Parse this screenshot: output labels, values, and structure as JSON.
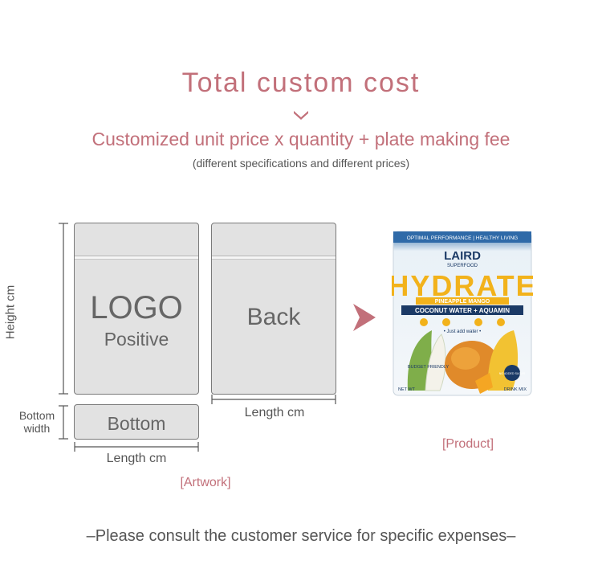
{
  "header": {
    "title": "Total custom cost",
    "formula": "Customized unit price x quantity + plate making fee",
    "note": "(different specifications and different prices)"
  },
  "artwork": {
    "front_logo": "LOGO",
    "front_sub": "Positive",
    "back_label": "Back",
    "bottom_label": "Bottom",
    "height_label": "Height cm",
    "bottom_width_label": "Bottom\nwidth",
    "length_label_bottom": "Length cm",
    "length_label_back": "Length cm",
    "caption": "[Artwork]"
  },
  "product": {
    "caption": "[Product]",
    "package": {
      "tagline": "OPTIMAL PERFORMANCE | HEALTHY LIVING",
      "brand": "LAIRD",
      "brand_sub": "SUPERFOOD",
      "name": "HYDRATE",
      "flavor": "PINEAPPLE MANGO",
      "type": "COCONUT WATER + AQUAMIN",
      "hint": "• Just add water •",
      "budget": "BUDGET\nFRIENDLY",
      "sugar": "NO ADDED SUGAR",
      "bottom_left": "NET WT",
      "bottom_right": "DRINK MIX"
    },
    "colors": {
      "package_blue": "#2f6aa8",
      "package_yellow": "#f2b21b",
      "label_navy": "#1b3a66"
    }
  },
  "footer": {
    "text": "–Please consult the customer service for specific expenses–"
  },
  "colors": {
    "accent": "#c2707a",
    "panel": "#e2e2e2",
    "text": "#555555"
  }
}
